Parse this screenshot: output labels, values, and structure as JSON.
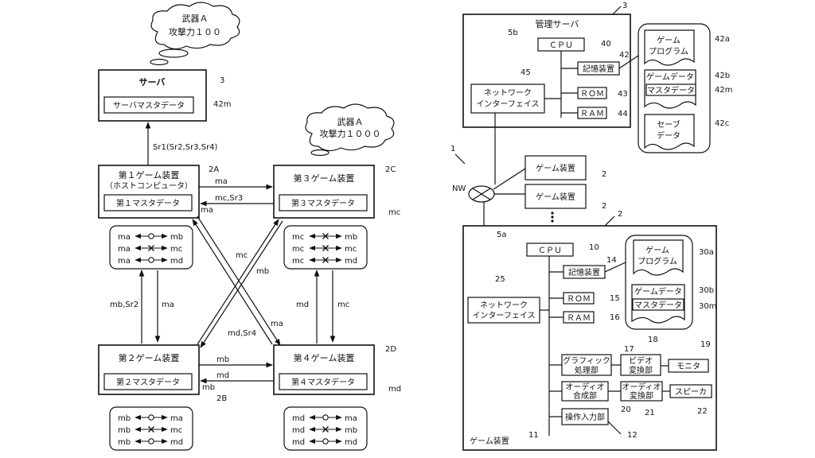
{
  "left": {
    "cloud_server": {
      "line1": "武器Ａ",
      "line2": "攻撃力１００"
    },
    "cloud_game3": {
      "line1": "武器Ａ",
      "line2": "攻撃力１０００"
    },
    "server": {
      "title": "サーバ",
      "inner": "サーバマスタデータ",
      "ref": "3",
      "inner_ref": "42m"
    },
    "sr_label": "Sr1(Sr2,Sr3,Sr4)",
    "g1": {
      "line1": "第１ゲーム装置",
      "line2": "（ホストコンピュータ）",
      "inner": "第１マスタデータ",
      "ref": "2A",
      "ref_inner": "ma"
    },
    "g2": {
      "title": "第２ゲーム装置",
      "inner": "第２マスタデータ",
      "ref": "2B",
      "ref_inner": "mb"
    },
    "g3": {
      "title": "第３ゲーム装置",
      "inner": "第３マスタデータ",
      "ref": "2C",
      "ref_inner": "mc"
    },
    "g4": {
      "title": "第４ゲーム装置",
      "inner": "第４マスタデータ",
      "ref": "2D",
      "ref_inner": "md"
    },
    "arrows": {
      "g1_g3_top": "ma",
      "g1_g3_bottom": "mc,Sr3",
      "g2_g4_top": "mb",
      "g2_g4_bottom": "md",
      "g1_g2_left": "mb,Sr2",
      "g1_g2_right": "ma",
      "g3_g4_left": "md",
      "g3_g4_right": "mc",
      "diag_mc": "mc",
      "diag_mb": "mb",
      "diag_md": "md,Sr4",
      "diag_ma": "ma"
    },
    "cmp1": [
      {
        "a": "ma",
        "b": "mb",
        "sym": "o"
      },
      {
        "a": "ma",
        "b": "mc",
        "sym": "x"
      },
      {
        "a": "ma",
        "b": "md",
        "sym": "o"
      }
    ],
    "cmp2": [
      {
        "a": "mb",
        "b": "ma",
        "sym": "o"
      },
      {
        "a": "mb",
        "b": "mc",
        "sym": "x"
      },
      {
        "a": "mb",
        "b": "md",
        "sym": "o"
      }
    ],
    "cmp3": [
      {
        "a": "mc",
        "b": "mb",
        "sym": "x"
      },
      {
        "a": "mc",
        "b": "mc",
        "sym": "x"
      },
      {
        "a": "mc",
        "b": "md",
        "sym": "x"
      }
    ],
    "cmp4": [
      {
        "a": "md",
        "b": "ma",
        "sym": "o"
      },
      {
        "a": "md",
        "b": "mb",
        "sym": "x"
      },
      {
        "a": "md",
        "b": "md",
        "sym": "o"
      }
    ]
  },
  "right": {
    "system_ref": "1",
    "nw": "NW",
    "mgmt": {
      "title": "管理サーバ",
      "ref": "3",
      "ref_5": "5b",
      "cpu": "ＣＰＵ",
      "cpu_ref": "40",
      "storage": "記憶装置",
      "storage_ref": "42",
      "rom": "ＲＯＭ",
      "rom_ref": "43",
      "ram": "ＲＡＭ",
      "ram_ref": "44",
      "nif1": "ネットワーク",
      "nif2": "インターフェイス",
      "nif_ref": "45"
    },
    "mgmt_store": {
      "gp1": "ゲーム",
      "gp2": "プログラム",
      "gp_ref": "42a",
      "gd": "ゲームデータ",
      "gd_ref": "42b",
      "md": "マスタデータ",
      "md_ref": "42m",
      "sv1": "セーブ",
      "sv2": "データ",
      "sv_ref": "42c"
    },
    "gd_a": {
      "label": "ゲーム装置",
      "ref": "2"
    },
    "gd_b": {
      "label": "ゲーム装置",
      "ref": "2"
    },
    "game": {
      "ref": "2",
      "ref_5": "5a",
      "footer": "ゲーム装置",
      "bus_ref": "11",
      "cpu": "ＣＰＵ",
      "cpu_ref": "10",
      "storage": "記憶装置",
      "storage_ref": "14",
      "rom": "ＲＯＭ",
      "rom_ref": "15",
      "ram": "ＲＡＭ",
      "ram_ref": "16",
      "nif1": "ネットワーク",
      "nif2": "インターフェイス",
      "nif_ref": "25",
      "gfx1": "グラフィック",
      "gfx2": "処理部",
      "gfx_ref": "17",
      "vid1": "ビデオ",
      "vid2": "変換部",
      "vid_ref": "18",
      "mon": "モニタ",
      "mon_ref": "19",
      "aud1": "オーディオ",
      "aud2": "合成部",
      "aud_ref": "20",
      "aconv1": "オーディオ",
      "aconv2": "変換部",
      "aconv_ref": "21",
      "spk": "スピーカ",
      "spk_ref": "22",
      "op": "操作入力部",
      "op_ref": "12"
    },
    "game_store": {
      "gp1": "ゲーム",
      "gp2": "プログラム",
      "gp_ref": "30a",
      "gd": "ゲームデータ",
      "gd_ref": "30b",
      "md": "マスタデータ",
      "md_ref": "30m"
    }
  }
}
